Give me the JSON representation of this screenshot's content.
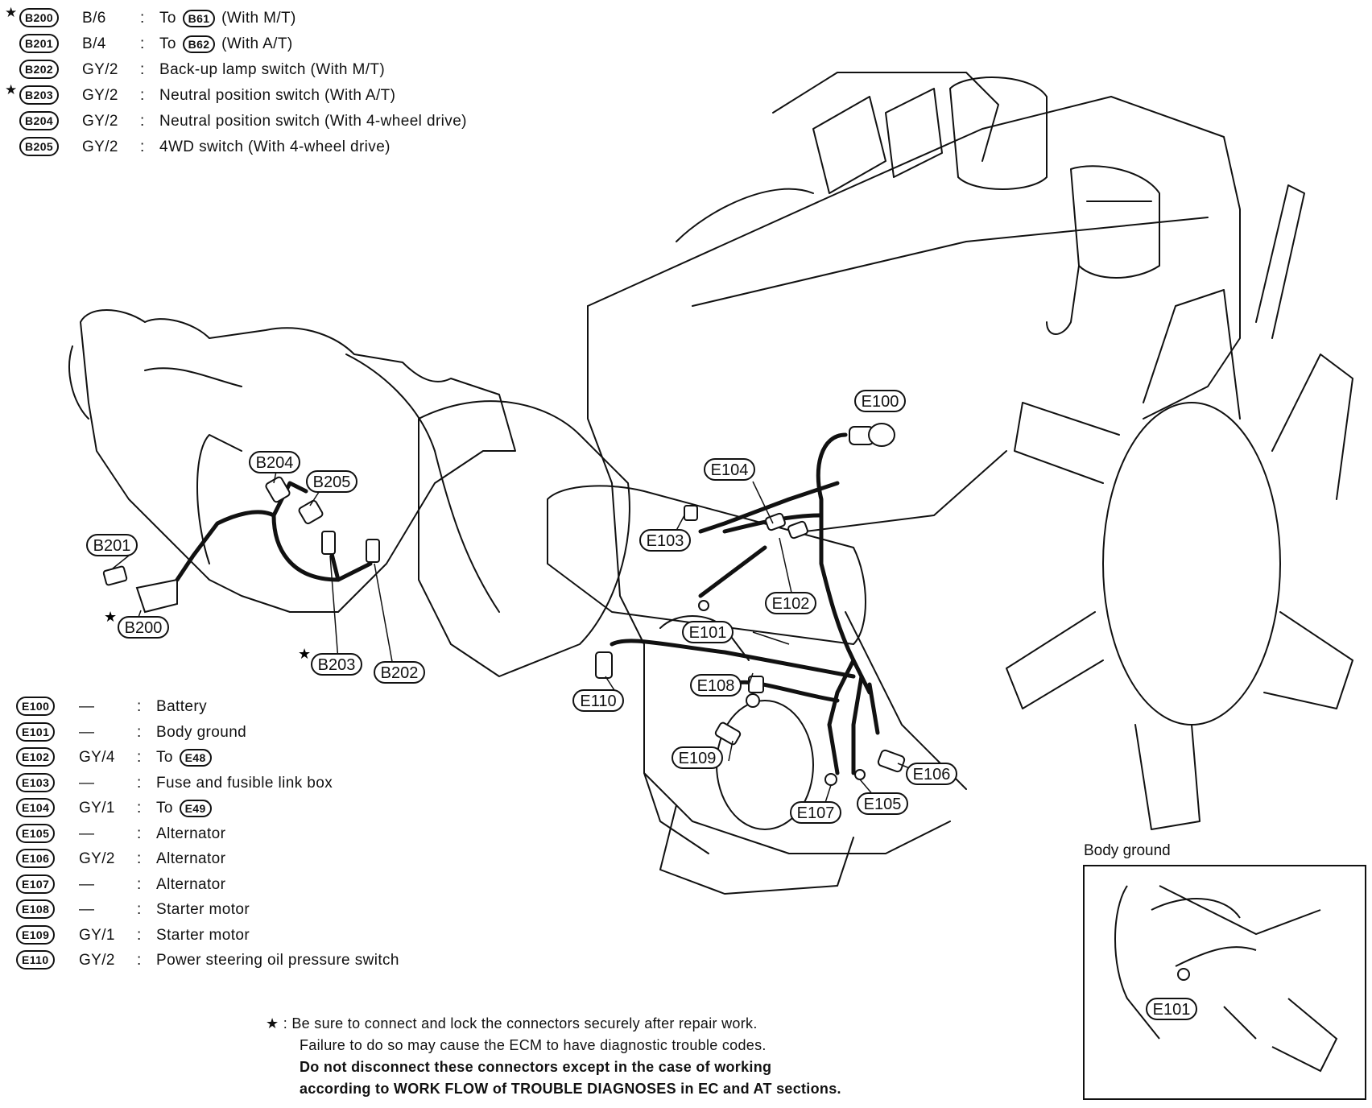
{
  "harness_b": [
    {
      "connector": "B200",
      "star": true,
      "wire": "B/6",
      "desc_pre": "To",
      "ref": "B61",
      "desc_post": "(With M/T)"
    },
    {
      "connector": "B201",
      "star": false,
      "wire": "B/4",
      "desc_pre": "To",
      "ref": "B62",
      "desc_post": "(With A/T)"
    },
    {
      "connector": "B202",
      "star": false,
      "wire": "GY/2",
      "desc_pre": "Back-up lamp switch (With M/T)",
      "ref": "",
      "desc_post": ""
    },
    {
      "connector": "B203",
      "star": true,
      "wire": "GY/2",
      "desc_pre": "Neutral position switch (With A/T)",
      "ref": "",
      "desc_post": ""
    },
    {
      "connector": "B204",
      "star": false,
      "wire": "GY/2",
      "desc_pre": "Neutral position switch (With 4-wheel drive)",
      "ref": "",
      "desc_post": ""
    },
    {
      "connector": "B205",
      "star": false,
      "wire": "GY/2",
      "desc_pre": "4WD switch (With 4-wheel drive)",
      "ref": "",
      "desc_post": ""
    }
  ],
  "harness_e": [
    {
      "connector": "E100",
      "wire": "—",
      "desc_pre": "Battery",
      "ref": ""
    },
    {
      "connector": "E101",
      "wire": "—",
      "desc_pre": "Body ground",
      "ref": ""
    },
    {
      "connector": "E102",
      "wire": "GY/4",
      "desc_pre": "To",
      "ref": "E48"
    },
    {
      "connector": "E103",
      "wire": "—",
      "desc_pre": "Fuse and fusible link box",
      "ref": ""
    },
    {
      "connector": "E104",
      "wire": "GY/1",
      "desc_pre": "To",
      "ref": "E49"
    },
    {
      "connector": "E105",
      "wire": "—",
      "desc_pre": "Alternator",
      "ref": ""
    },
    {
      "connector": "E106",
      "wire": "GY/2",
      "desc_pre": "Alternator",
      "ref": ""
    },
    {
      "connector": "E107",
      "wire": "—",
      "desc_pre": "Alternator",
      "ref": ""
    },
    {
      "connector": "E108",
      "wire": "—",
      "desc_pre": "Starter motor",
      "ref": ""
    },
    {
      "connector": "E109",
      "wire": "GY/1",
      "desc_pre": "Starter motor",
      "ref": ""
    },
    {
      "connector": "E110",
      "wire": "GY/2",
      "desc_pre": "Power steering oil pressure switch",
      "ref": ""
    }
  ],
  "colon": ":",
  "star_symbol": "★",
  "callouts": {
    "E100": "E100",
    "E104": "E104",
    "E103": "E103",
    "E102": "E102",
    "E101": "E101",
    "E108": "E108",
    "E110": "E110",
    "E109": "E109",
    "E106": "E106",
    "E107": "E107",
    "E105": "E105",
    "B204": "B204",
    "B205": "B205",
    "B201": "B201",
    "B200": "B200",
    "B203": "B203",
    "B202": "B202",
    "E101_inset": "E101"
  },
  "inset_title": "Body ground",
  "note": {
    "prefix": "★ :",
    "line1": "Be sure to connect and lock the connectors securely after repair work.",
    "line2": "Failure to do so may cause the ECM to have diagnostic trouble codes.",
    "line3": "Do not disconnect these connectors except in the case of working",
    "line4": "according to WORK FLOW of TROUBLE DIAGNOSES in EC and AT sections."
  }
}
